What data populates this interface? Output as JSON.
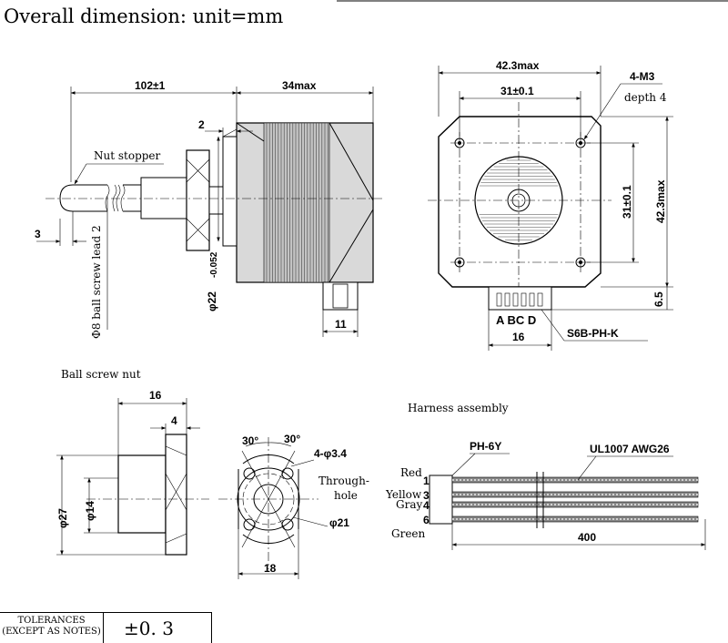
{
  "title": "Overall dimension: unit=mm",
  "side_view": {
    "dim_length": "102±1",
    "dim_body": "34max",
    "dim_flange": "2",
    "dim_end": "3",
    "dim_boss": "11",
    "dim_dia": "φ22",
    "dim_dia_tol": "-0.052",
    "nut_stopper": "Nut stopper",
    "ball_screw": "Φ8 ball screw lead 2"
  },
  "front_view": {
    "dim_width": "42.3max",
    "dim_hole_spacing": "31±0.1",
    "dim_hole_spacing_v": "31±0.1",
    "dim_height": "42.3max",
    "dim_bottom": "6.5",
    "dim_connector": "16",
    "screw_label": "4-M3",
    "screw_depth": "depth 4",
    "pins": "A BC D",
    "connector_label": "S6B-PH-K"
  },
  "nut": {
    "title": "Ball screw nut",
    "dim_len": "16",
    "dim_flange": "4",
    "dim_outer": "φ27",
    "dim_inner": "φ14",
    "angle1": "30°",
    "angle2": "30°",
    "holes": "4-φ3.4",
    "through1": "Through-",
    "through2": "hole",
    "bolt_circle": "φ21",
    "dim_flat": "18"
  },
  "harness": {
    "title": "Harness assembly",
    "connector": "PH-6Y",
    "cable": "UL1007 AWG26",
    "length": "400",
    "wires": [
      {
        "color": "Red",
        "pin": "1"
      },
      {
        "color": "Yellow",
        "pin": "3"
      },
      {
        "color": "Gray",
        "pin": "4"
      },
      {
        "color": "Green",
        "pin": "6"
      }
    ]
  },
  "tolerance": {
    "label1": "TOLERANCES",
    "label2": "(EXCEPT AS NOTES)",
    "value": "±0. 3"
  }
}
